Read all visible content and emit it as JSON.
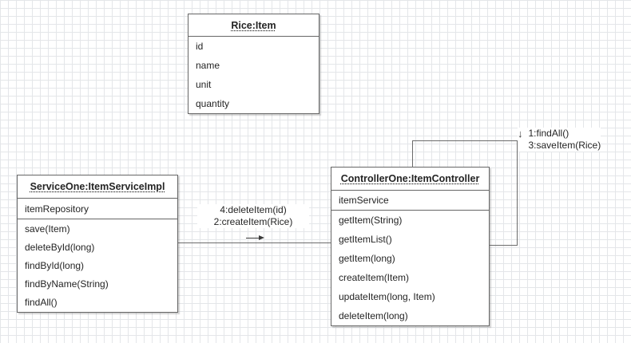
{
  "diagram": {
    "rice": {
      "title": "Rice:Item",
      "attributes": [
        "id",
        "name",
        "unit",
        "quantity"
      ]
    },
    "service": {
      "title": "ServiceOne:ItemServiceImpl",
      "attribute": "itemRepository",
      "methods": [
        "save(Item)",
        "deleteById(long)",
        "findById(long)",
        "findByName(String)",
        "findAll()"
      ]
    },
    "controller": {
      "title": "ControllerOne:ItemController",
      "attribute": "itemService",
      "methods": [
        "getItem(String)",
        "getItemList()",
        "getItem(long)",
        "createItem(Item)",
        "updateItem(long, Item)",
        "deleteItem(long)"
      ]
    },
    "edge_service_controller": {
      "label_line1": "4:deleteItem(id)",
      "label_line2": "2:createItem(Rice)"
    },
    "edge_controller_self": {
      "arrow_glyph": "↓",
      "label_line1": "1:findAll()",
      "label_line2": "3:saveItem(Rice)"
    },
    "colors": {
      "background": "#ffffff",
      "grid": "#e4e6e9",
      "box_border": "#666666",
      "edge_line": "#6b6b6b",
      "text": "#242424"
    }
  }
}
